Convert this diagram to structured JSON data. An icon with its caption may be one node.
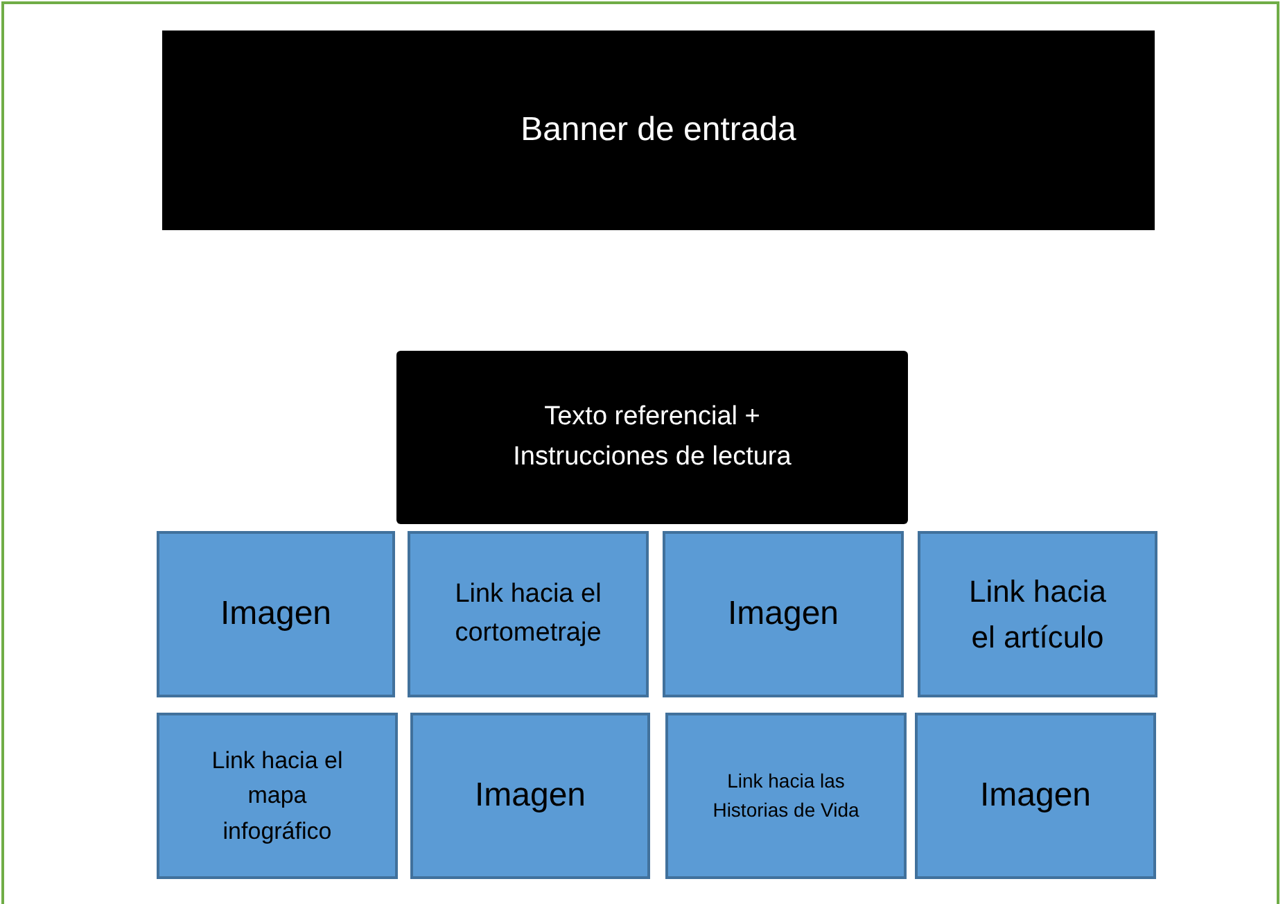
{
  "diagram": {
    "nodes": [
      {
        "text": [
          "Banner de entrada"
        ]
      },
      {
        "text": [
          "Texto referencial + Instrucciones de lectura"
        ]
      },
      {
        "text": [
          "Imagen"
        ]
      },
      {
        "text": [
          "Link hacia el cortometraje"
        ]
      },
      {
        "text": [
          "Imagen"
        ]
      },
      {
        "text": [
          "Link hacia el artículo"
        ]
      },
      {
        "text": [
          "Link hacia el mapa infográfico"
        ]
      },
      {
        "text": [
          "Imagen"
        ]
      },
      {
        "text": [
          "Link hacia las Historias de Vida"
        ]
      },
      {
        "text": [
          "Imagen"
        ]
      }
    ]
  }
}
